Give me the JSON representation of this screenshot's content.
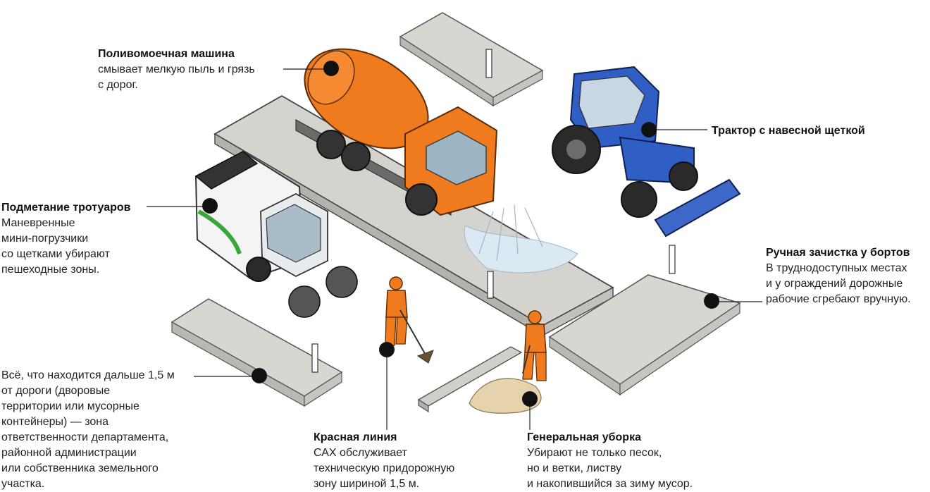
{
  "callouts": {
    "washer": {
      "title": "Поливомоечная машина",
      "text": "смывает мелкую пыль и грязь\nс дорог."
    },
    "tractor": {
      "title": "Трактор с навесной щеткой",
      "text": ""
    },
    "sidewalk": {
      "title": "Подметание тротуаров",
      "text": "Маневренные\nмини-погрузчики\nсо щетками убирают\nпешеходные зоны."
    },
    "manual": {
      "title": "Ручная зачистка у бортов",
      "text": "В труднодоступных местах\nи у ограждений дорожные\nрабочие сгребают вручную."
    },
    "beyond": {
      "title": "",
      "text": "Всё, что находится дальше 1,5 м\nот дороги (дворовые\nтерритории или мусорные\nконтейнеры) — зона\nответственности департамента,\nрайонной администрации\nили собственника земельного\nучастка."
    },
    "redline": {
      "title": "Красная линия",
      "text": "САХ обслуживает\nтехническую придорожную\nзону шириной 1,5 м."
    },
    "general": {
      "title": "Генеральная уборка",
      "text": "Убирают не только песок,\nно и ветки, листву\nи накопившийся за зиму мусор."
    }
  },
  "colors": {
    "washer": "#f07a1e",
    "tractor": "#2f5fc4",
    "sweeper_accent": "#3aa63a",
    "worker": "#f07a1e",
    "slab": "#d4d3ce",
    "marker": "#111111"
  }
}
